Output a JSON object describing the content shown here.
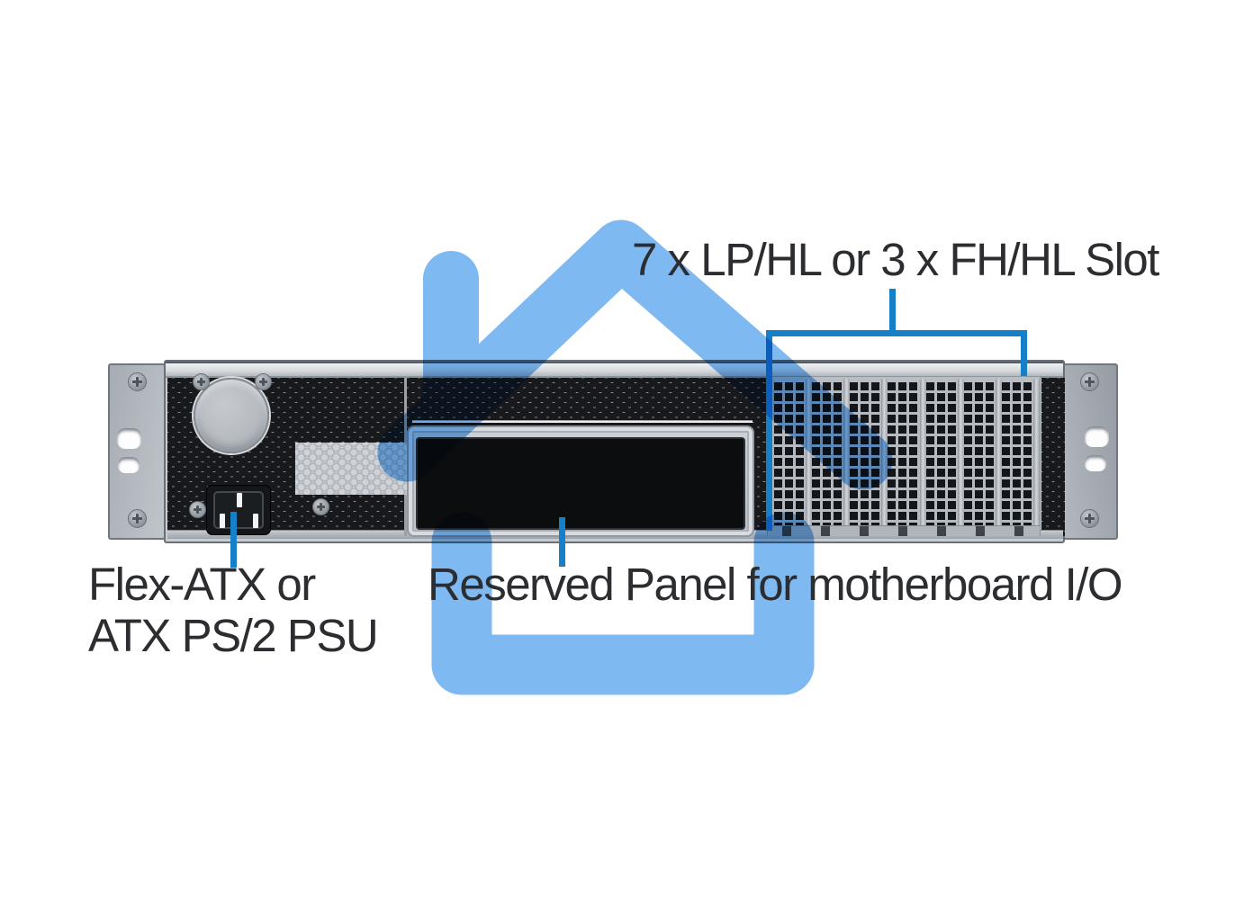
{
  "labels": {
    "slots": "7 x LP/HL or 3 x FH/HL Slot",
    "psu_line1": "Flex-ATX or",
    "psu_line2": "ATX PS/2 PSU",
    "io_panel": "Reserved Panel for motherboard I/O"
  },
  "chassis": {
    "slot_count": 7
  },
  "icons": {
    "watermark": "home-icon"
  },
  "colors": {
    "callout_blue": "#1580c8",
    "house_blue": "#7fb9f2",
    "label_text": "#2b2d30",
    "chassis_gray": "#c8ccd1"
  }
}
